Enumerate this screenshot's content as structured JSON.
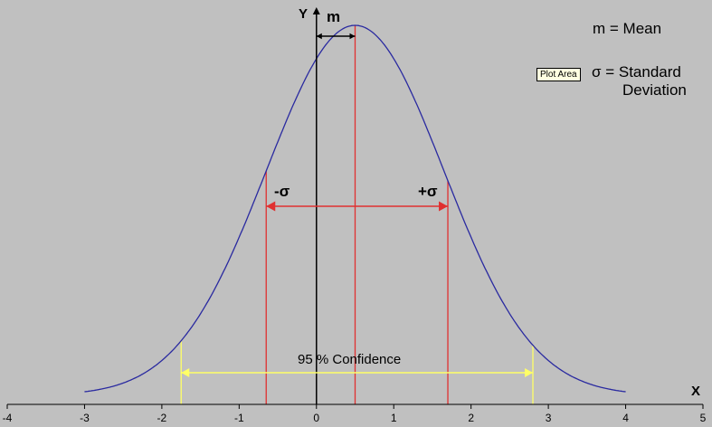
{
  "chart_data": {
    "type": "line",
    "xlim": [
      -4,
      5
    ],
    "x_ticks": [
      "-4",
      "-3",
      "-2",
      "-1",
      "0",
      "1",
      "2",
      "3",
      "4",
      "5"
    ],
    "series": [
      {
        "x": [
          -3.0,
          -2.5,
          -2.0,
          -1.5,
          -1.0,
          -0.5,
          0.0,
          0.25,
          0.5,
          0.75,
          1.0,
          1.5,
          2.0,
          2.5,
          3.0,
          3.5,
          4.0
        ],
        "y": [
          0.01,
          0.035,
          0.1,
          0.23,
          0.43,
          0.68,
          0.91,
          0.98,
          1.0,
          0.98,
          0.91,
          0.68,
          0.43,
          0.23,
          0.1,
          0.035,
          0.01
        ]
      }
    ],
    "mean": 0.5,
    "sigma_minus": -0.65,
    "sigma_plus": 1.7,
    "conf_low": -1.75,
    "conf_high": 2.8,
    "color_curve": "#2a2aa0",
    "color_red": "#e03030",
    "color_yellow": "#ffff66",
    "axis_y_label": "Y",
    "axis_x_label": "X",
    "mean_label": "m",
    "minus_sigma_label": "-σ",
    "plus_sigma_label": "+σ",
    "confidence_label": "95 % Confidence",
    "legend_mean": "m = Mean",
    "legend_sigma_line1": "σ = Standard",
    "legend_sigma_line2": "Deviation",
    "tooltip": "Plot Area"
  }
}
